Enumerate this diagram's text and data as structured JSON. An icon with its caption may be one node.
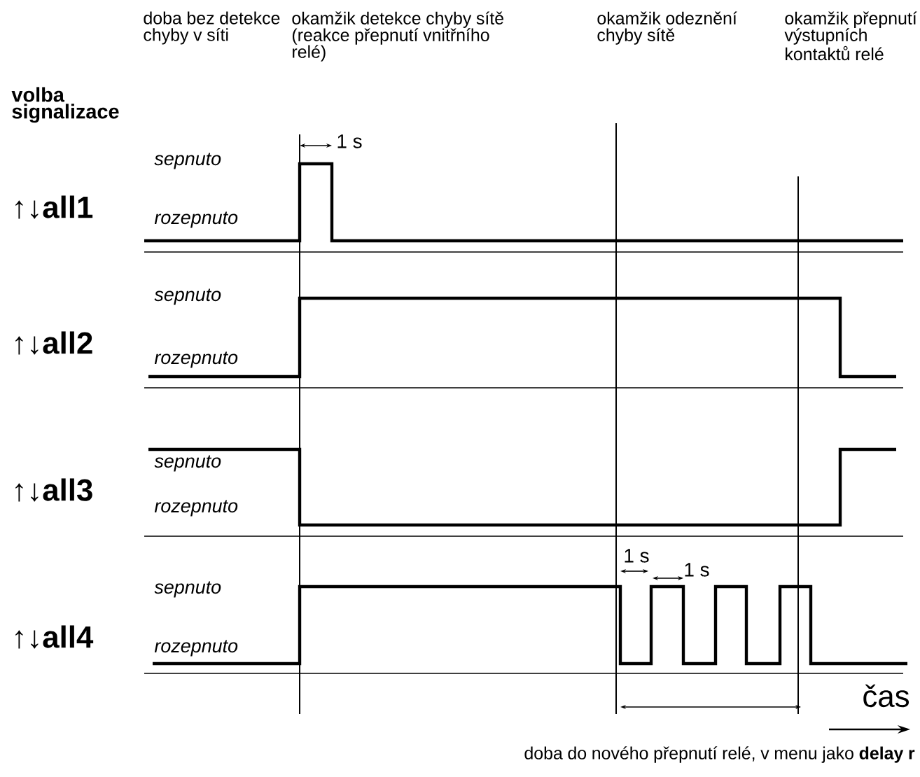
{
  "diagram": {
    "labels": [
      "volba signalizace",
      "doba bez detekce chyby v síti",
      "okamžik detekce chyby sítě (reakce přepnutí vnitřního relé)",
      "okamžik odeznění chyby sítě",
      "okamžik přepnutí výstupních kontaktů relé",
      "1 s",
      "sepnuto",
      "↑↓**all1**",
      "rozepnuto",
      "sepnuto",
      "↑↓**all2**",
      "rozepnuto",
      "sepnuto",
      "↑↓**all3**",
      "rozepnuto",
      "1 s",
      "1 s",
      "sepnuto",
      "↑↓**all4**",
      "rozepnuto",
      "čas",
      "doba do nového přepnutí relé, v menu jako **delay r**"
    ]
  }
}
